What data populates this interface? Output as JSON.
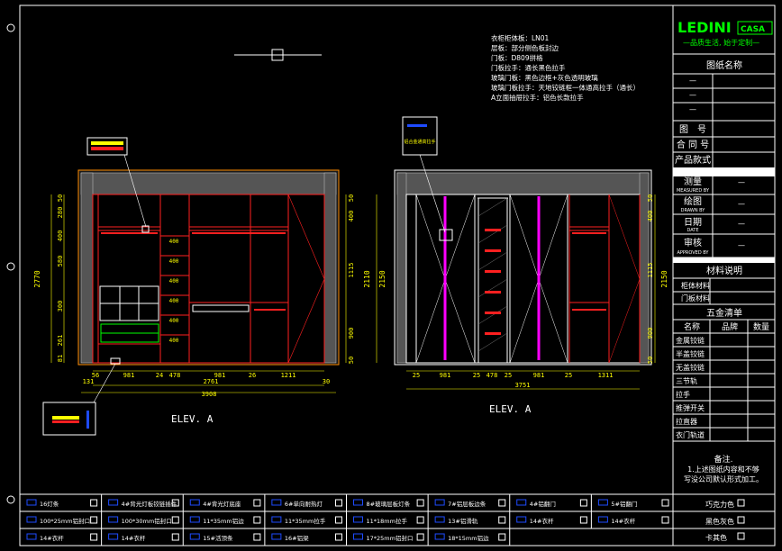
{
  "brand": {
    "logo_text": "LEDINI",
    "logo_suffix": "CASA",
    "slogan": "—品质生活, 始于定制—"
  },
  "notes": [
    "衣柜柜体板：LN01",
    "层板：部分侧色板封边",
    "门板：D809拼格",
    "门板拉手：通长黑色拉手",
    "玻璃门板：黑色边框+灰色透明玻璃",
    "玻璃门板拉手：天地铰链框一体通高拉手（通长）",
    "A立面抽屉拉手：铝色长款拉手"
  ],
  "elev_left": {
    "label": "ELEV. A",
    "dims_left": [
      "50",
      "280",
      "400",
      "580",
      "300",
      "261",
      "81"
    ],
    "dim_total_left": "2770",
    "dims_right": [
      "50",
      "400",
      "1115",
      "900",
      "50"
    ],
    "dim_total_right_a": "2110",
    "dim_total_right_b": "2150",
    "bottom_dims": [
      "56",
      "981",
      "24",
      "478",
      "981",
      "26",
      "1211"
    ],
    "bottom_dim_sub": [
      "131",
      "2761",
      "30"
    ],
    "bottom_total": "3908",
    "shelf_labels": [
      "400",
      "400",
      "400",
      "400",
      "400",
      "400"
    ],
    "legend_icon": "hanging-rod-legend-icon"
  },
  "elev_right": {
    "label": "ELEV. A",
    "legend_text": "铝合金通高拉手",
    "dims_right": [
      "50",
      "400",
      "1115",
      "900",
      "50"
    ],
    "dim_total_right": "2150",
    "bottom_dims": [
      "25",
      "981",
      "25",
      "478",
      "25",
      "981",
      "25",
      "1311"
    ],
    "bottom_total": "3751"
  },
  "title_block": {
    "drawing_name_label": "图纸名称",
    "drawing_name_rows": [
      "—",
      "—",
      "—"
    ],
    "drawing_no_label": "图　号",
    "contract_no_label": "合 同 号",
    "product_label": "产品款式",
    "measure_label": "测量",
    "measure_en": "MEASURED BY",
    "draw_label": "绘图",
    "draw_en": "DRAWN BY",
    "date_label": "日期",
    "date_en": "DATE",
    "check_label": "审核",
    "check_en": "APPROVED BY",
    "dash": "—",
    "material_title": "材料说明",
    "material_rows": [
      "柜体材料",
      "门板材料"
    ],
    "hardware_title": "五金清单",
    "hardware_headers": [
      "名称",
      "品牌",
      "数量"
    ],
    "hardware_rows": [
      "金属铰链",
      "半盖铰链",
      "无盖铰链",
      "三节轨",
      "拉手",
      "推弹开关",
      "拉直器",
      "衣门轨道"
    ],
    "remark_title": "备注.",
    "remark_lines": [
      "1.上述图纸内容和不够",
      "写没公司默认形式加工。"
    ]
  },
  "legend_bar": {
    "row1": [
      "16灯条",
      "4#背光灯板铰链插件",
      "4#背光灯底座",
      "6#单向耐热灯",
      "8#玻璃层板灯条",
      "7#铝层板边条",
      "4#铝翻门",
      "5#铝翻门"
    ],
    "row2": [
      "100*25mm铝封口",
      "100*30mm铝封口",
      "11*35mm铝边",
      "11*35mm拉手",
      "11*18mm拉手",
      "13#铝滑轨",
      "14#衣杆",
      "14#衣杆"
    ],
    "row3": [
      "14#衣杆",
      "14#衣杆",
      "15#活顶条",
      "16#铝梁",
      "17*25mm铝封口",
      "18*15mm铝边"
    ],
    "colors": [
      "巧克力色",
      "黑色灰色",
      "卡其色"
    ]
  }
}
